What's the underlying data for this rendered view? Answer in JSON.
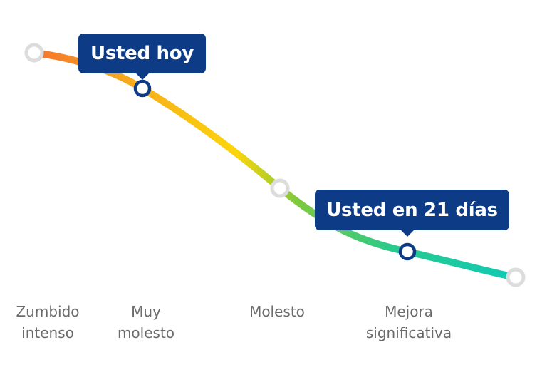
{
  "colors": {
    "gradient": [
      "#f4742f",
      "#f6ab1c",
      "#fcd50c",
      "#7cc940",
      "#28c98e",
      "#10c9b5"
    ],
    "marker_neutral": "#dcdcdc",
    "marker_active": "#0d3b86",
    "callout_bg": "#0d3b86",
    "label_text": "#6b6b6b"
  },
  "callouts": {
    "today": "Usted hoy",
    "day21": "Usted en 21 días"
  },
  "stages": [
    {
      "line1": "Zumbido",
      "line2": "intenso"
    },
    {
      "line1": "Muy",
      "line2": "molesto"
    },
    {
      "line1": "Molesto",
      "line2": ""
    },
    {
      "line1": "Mejora",
      "line2": "significativa"
    }
  ]
}
